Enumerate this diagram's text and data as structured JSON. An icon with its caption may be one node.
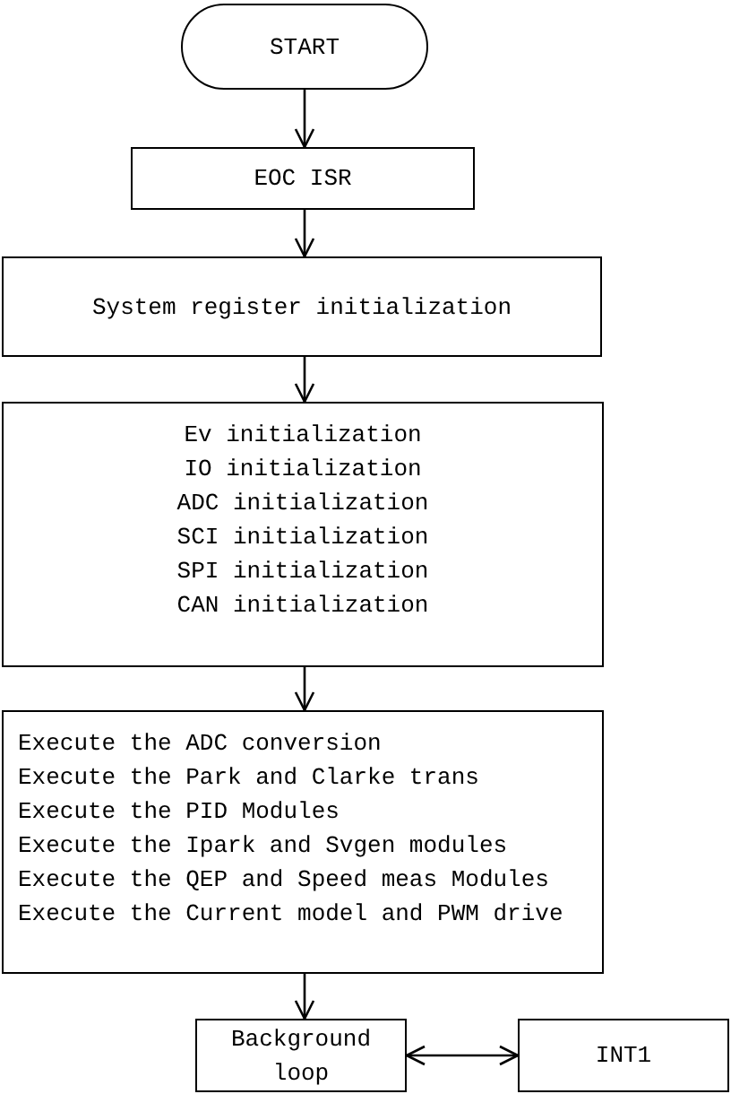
{
  "diagram": {
    "nodes": [
      {
        "text": [
          "START"
        ]
      },
      {
        "text": [
          "EOC ISR"
        ]
      },
      {
        "text": [
          "System register initialization"
        ]
      },
      {
        "text": [
          "Ev initialization",
          "IO initialization",
          "ADC initialization",
          "SCI initialization",
          "SPI initialization",
          "CAN initialization"
        ]
      },
      {
        "text": [
          "Execute the ADC conversion",
          "Execute the Park and Clarke trans",
          "Execute the PID Modules",
          "Execute the Ipark and Svgen modules",
          "Execute the QEP and Speed meas Modules",
          "Execute the Current model and PWM drive"
        ]
      },
      {
        "text": [
          "Background loop"
        ]
      },
      {
        "text": [
          "INT1"
        ]
      }
    ],
    "edges": [
      {
        "from": 0,
        "to": 1,
        "arrow": "to"
      },
      {
        "from": 1,
        "to": 2,
        "arrow": "to"
      },
      {
        "from": 2,
        "to": 3,
        "arrow": "to"
      },
      {
        "from": 3,
        "to": 4,
        "arrow": "to"
      },
      {
        "from": 4,
        "to": 5,
        "arrow": "to"
      },
      {
        "from": 5,
        "to": 6,
        "arrow": "both"
      }
    ]
  }
}
